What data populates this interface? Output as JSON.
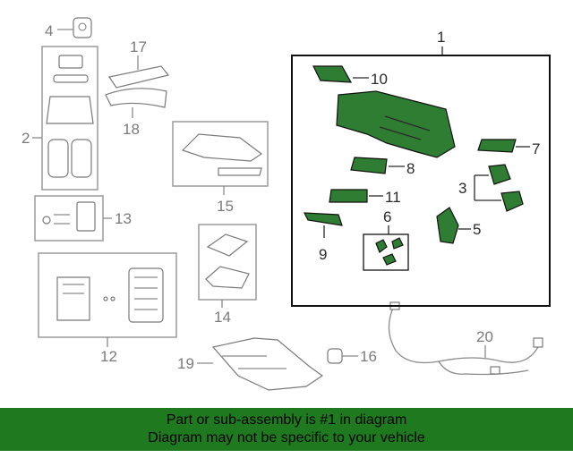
{
  "callouts": {
    "c1": "1",
    "c2": "2",
    "c3": "3",
    "c4": "4",
    "c5": "5",
    "c6": "6",
    "c7": "7",
    "c8": "8",
    "c9": "9",
    "c10": "10",
    "c11": "11",
    "c12": "12",
    "c13": "13",
    "c14": "14",
    "c15": "15",
    "c16": "16",
    "c17": "17",
    "c18": "18",
    "c19": "19",
    "c20": "20"
  },
  "footer": {
    "line1": "Part or sub-assembly is #1 in diagram",
    "line2": "Diagram may not be specific to your vehicle"
  },
  "colors": {
    "highlight": "#2e7d32",
    "banner": "#1f7a1f",
    "outline": "#7a7a7a"
  }
}
